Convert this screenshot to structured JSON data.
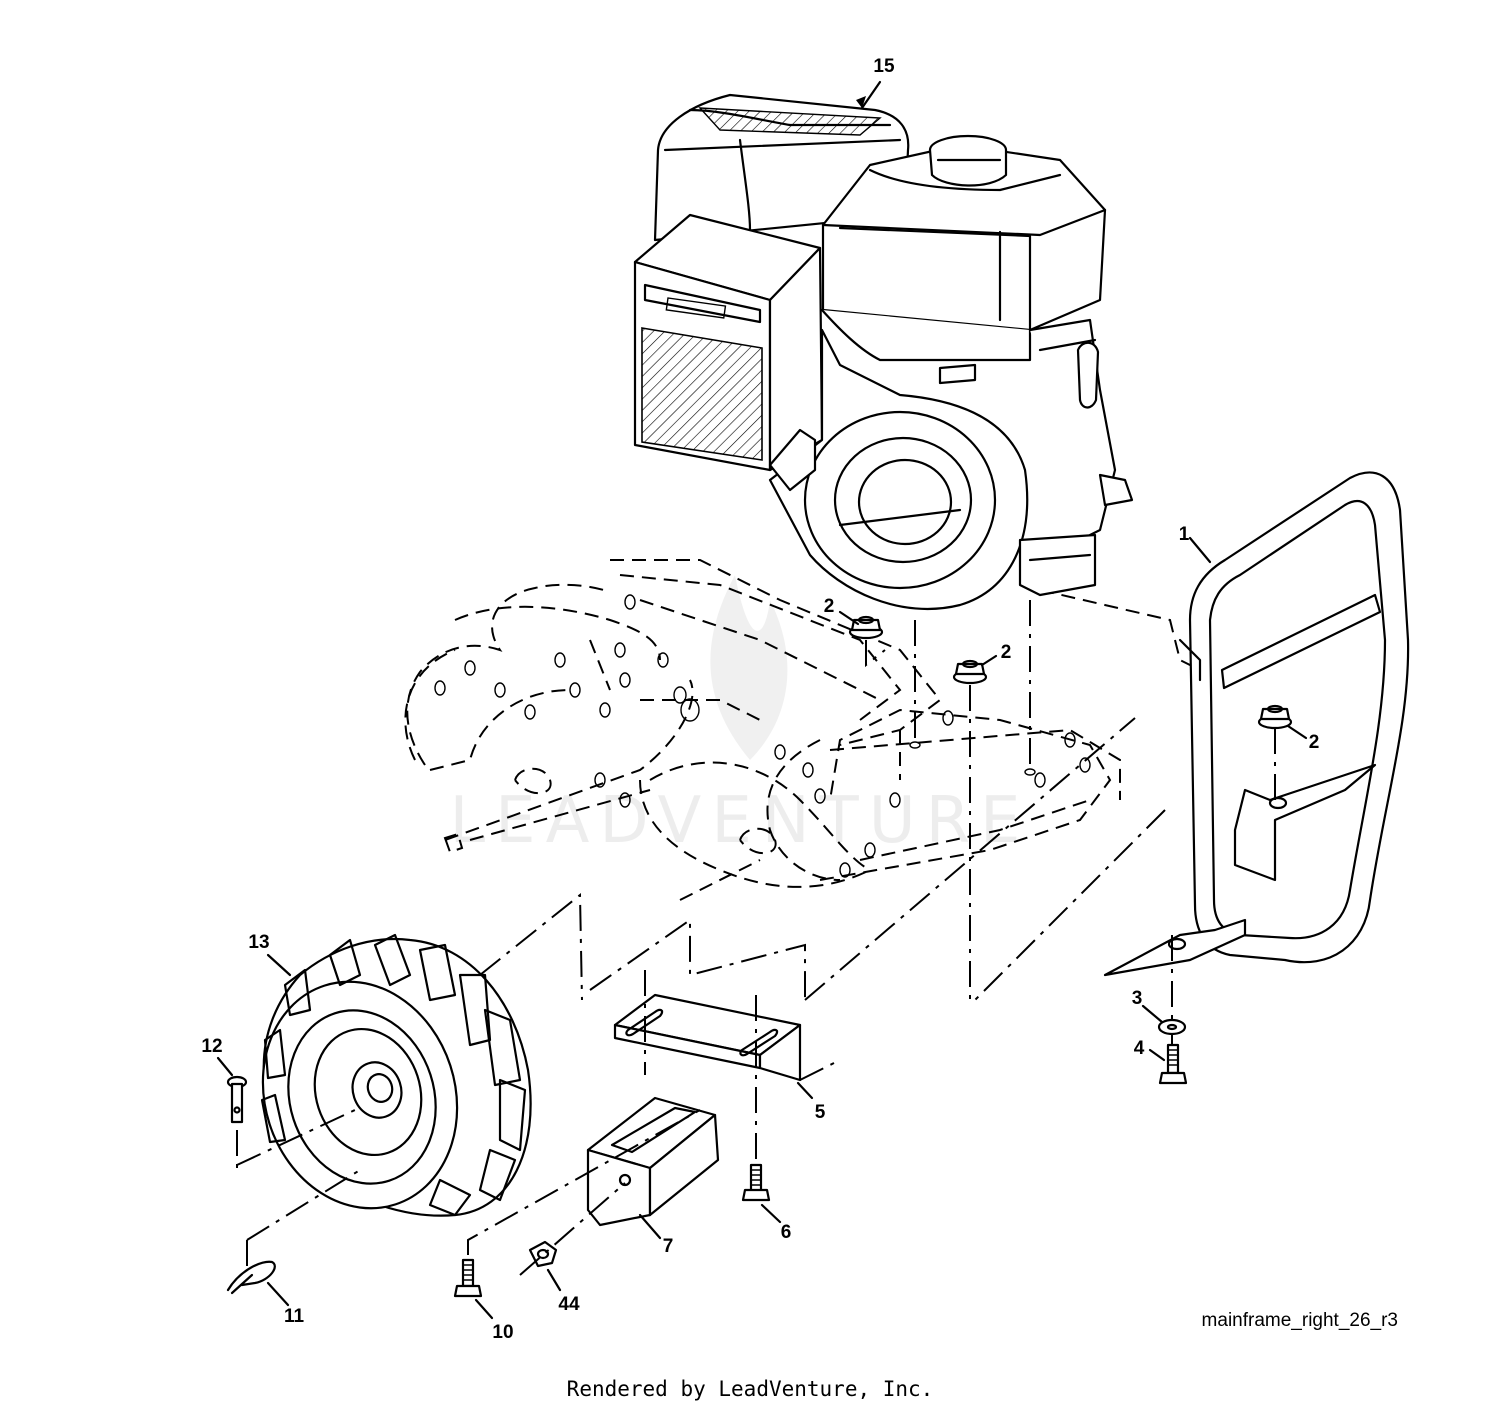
{
  "diagram": {
    "reference_code": "mainframe_right_26_r3",
    "credit": "Rendered by LeadVenture, Inc.",
    "watermark": "LEADVENTURE",
    "callouts": [
      {
        "id": "c15",
        "label": "15",
        "part": "engine"
      },
      {
        "id": "c1",
        "label": "1",
        "part": "bumper-guard"
      },
      {
        "id": "c2a",
        "label": "2",
        "part": "flange-nut"
      },
      {
        "id": "c2b",
        "label": "2",
        "part": "flange-nut"
      },
      {
        "id": "c2c",
        "label": "2",
        "part": "flange-nut"
      },
      {
        "id": "c3",
        "label": "3",
        "part": "washer"
      },
      {
        "id": "c4",
        "label": "4",
        "part": "bolt"
      },
      {
        "id": "c5",
        "label": "5",
        "part": "bracket"
      },
      {
        "id": "c6",
        "label": "6",
        "part": "bolt"
      },
      {
        "id": "c7",
        "label": "7",
        "part": "weight-block"
      },
      {
        "id": "c10",
        "label": "10",
        "part": "bolt"
      },
      {
        "id": "c11",
        "label": "11",
        "part": "hair-pin-clip"
      },
      {
        "id": "c12",
        "label": "12",
        "part": "clevis-pin"
      },
      {
        "id": "c13",
        "label": "13",
        "part": "wheel-tire"
      },
      {
        "id": "c44",
        "label": "44",
        "part": "nut"
      }
    ]
  }
}
